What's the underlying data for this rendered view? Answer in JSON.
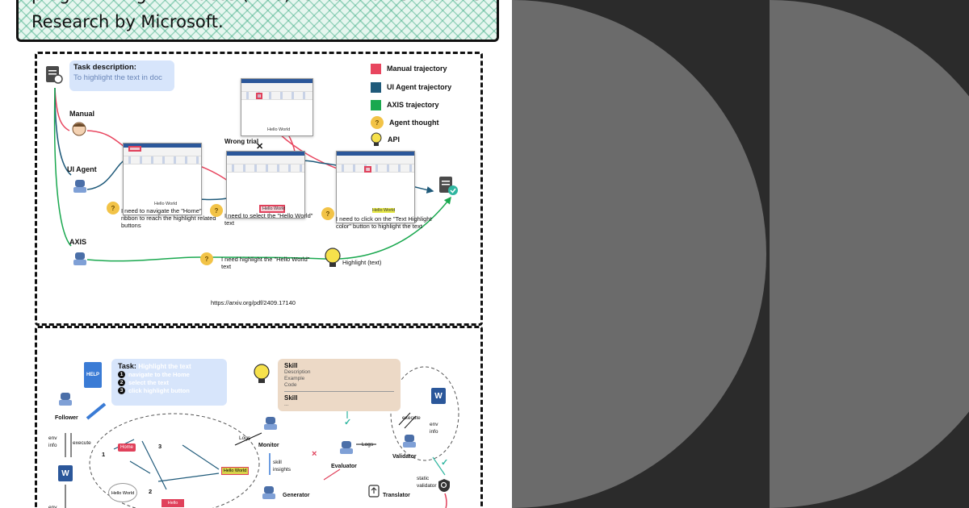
{
  "header": {
    "line1": "programming interfaces (APIs) rather than UI actions.",
    "line2": "Research by Microsoft."
  },
  "top_panel": {
    "task_title": "Task description:",
    "task_text": "To highlight the text in doc",
    "rows": {
      "manual": "Manual",
      "ui_agent": "UI Agent",
      "axis": "AXIS"
    },
    "legend": [
      {
        "label": "Manual trajectory",
        "color": "#e8465f"
      },
      {
        "label": "UI Agent trajectory",
        "color": "#1f5a7a"
      },
      {
        "label": "AXIS trajectory",
        "color": "#1aa84f"
      },
      {
        "label": "Agent thought",
        "icon": "thinking-face-icon"
      },
      {
        "label": "API",
        "icon": "lightbulb-icon"
      }
    ],
    "wrong_trial": "Wrong trial",
    "thoughts": {
      "t1": "I need to navigate the \"Home\" ribbon to reach the highlight related buttons",
      "t2": "I need to select the \"Hello World\" text",
      "t3": "I need to click on the \"Text Highlight color\" button to highlight the text",
      "t4": "I need highlight the \"Hello World\" text"
    },
    "api_call": "Highlight (text)",
    "doc_text": "Hello World",
    "url": "https://arxiv.org/pdf/2409.17140"
  },
  "bottom_panel": {
    "help": "HELP",
    "task_title": "Task:",
    "task_text": "Highlight the text",
    "steps": [
      "navigate to the Home",
      "select the text",
      "click highlight button"
    ],
    "skill": {
      "title": "Skill",
      "fields": [
        "Description",
        "Example",
        "Code"
      ],
      "title2": "Skill",
      "more": "..."
    },
    "follower": "Follower",
    "env_info": "env info",
    "execute": "execute",
    "env": "env",
    "home": "Home",
    "hello_world": "Hello World",
    "logs": "Logs",
    "monitor": "Monitor",
    "skill_insights": "skill insights",
    "generator": "Generator",
    "evaluator": "Evaluator",
    "validator": "Validator",
    "translator": "Translator",
    "static_validator": "static validator",
    "word_letter": "W",
    "nums": [
      "1",
      "2",
      "3"
    ],
    "cross": "×",
    "check": "✓"
  }
}
